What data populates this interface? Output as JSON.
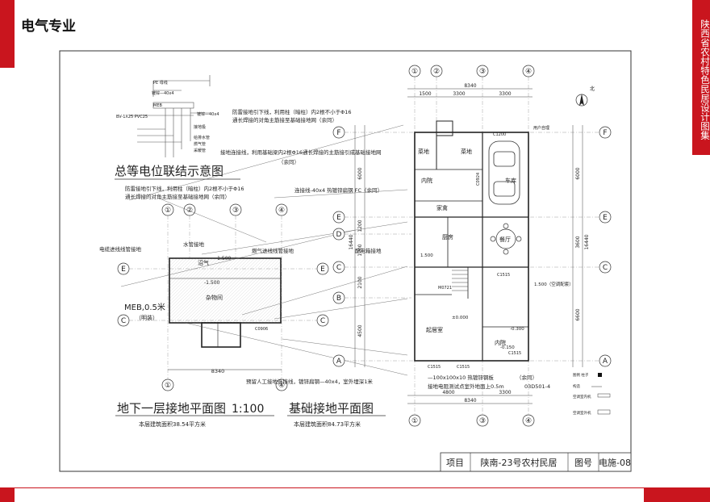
{
  "section": "电气专业",
  "side_title": "陕西省农村特色民居设计图集",
  "legend": {
    "title": "总等电位联结示意图",
    "items": [
      "PE 母线",
      "镀锌—40x4",
      "MEB",
      "BV-1X25 PVC25",
      "镀锌—40x4",
      "接地极",
      "给排水管",
      "燃气管",
      "采暖管"
    ]
  },
  "basement": {
    "title": "地下一层接地平面图",
    "scale": "1:100",
    "area": "本层建筑面积38.54平方米",
    "notes": [
      "防雷接地引下线，利用柱（暗柱）内2根不小于Φ16",
      "通长焊接的对角主筋接至基础接地网（余同）",
      "电缆进线线管接地",
      "水管接地",
      "燃气进线线管接地",
      "MEB,0.5米",
      "（明装）"
    ],
    "rooms": [
      "沼气",
      "杂物间"
    ],
    "levels": [
      "-1.500",
      "-1.500"
    ],
    "door": "C0906",
    "axes_top": [
      "①",
      "②",
      "③",
      "④"
    ],
    "axes_side": [
      "E",
      "C"
    ],
    "dim": "8340"
  },
  "foundation": {
    "title": "基础接地平面图",
    "area": "本层建筑面积84.73平方米",
    "notes": [
      "防雷接地引下线，利用柱（暗柱）内2根不小于Φ16",
      "通长焊接的对角主筋接至基础接地网（余同）",
      "接地连接线，利用基础梁内2根Φ16通长焊接的主筋接引成基础接地网",
      "（余同）",
      "连接线-40x4 热镀锌扁钢 FC（余同）",
      "配电箱接地",
      "预留人工接地连接线，镀锌扁钢—40x4，室外埋深1米",
      "—100x100x10 热镀锌钢板",
      "接地电阻测试点室外地面上0.5m",
      "03D501-4",
      "（余同）"
    ],
    "rooms": [
      "菜地",
      "菜地",
      "内院",
      "车库",
      "家禽",
      "厨房",
      "餐厅",
      "起居室",
      "内院"
    ],
    "labels": [
      "用户自理",
      "M0721",
      "C1515",
      "C1515",
      "C1515",
      "C1515",
      "C1200",
      "C0924"
    ],
    "levels": [
      "±0.000",
      "-0.300",
      "-0.150",
      "1.500（空调配套）",
      "1.500"
    ],
    "axes": [
      "①",
      "②",
      "③",
      "④"
    ],
    "rows": [
      "F",
      "E",
      "D",
      "C",
      "B",
      "A"
    ],
    "dims_top": [
      "8340",
      "1500",
      "3300",
      "3300"
    ],
    "dims_bottom": [
      "4800",
      "3300",
      "8340"
    ],
    "dims_left": [
      "6000",
      "1200",
      "1200",
      "2100",
      "4500",
      "16440"
    ],
    "dims_right": [
      "6000",
      "3600",
      "6600",
      "16440"
    ],
    "compass": "北",
    "legend_items": [
      "图例 柱子",
      "构造",
      "空调室内机",
      "空调室外机"
    ]
  },
  "titleblock": {
    "project_label": "项目",
    "project_value": "陕南-23号农村民居",
    "drawing_label": "图号",
    "drawing_value": "电施-08"
  }
}
